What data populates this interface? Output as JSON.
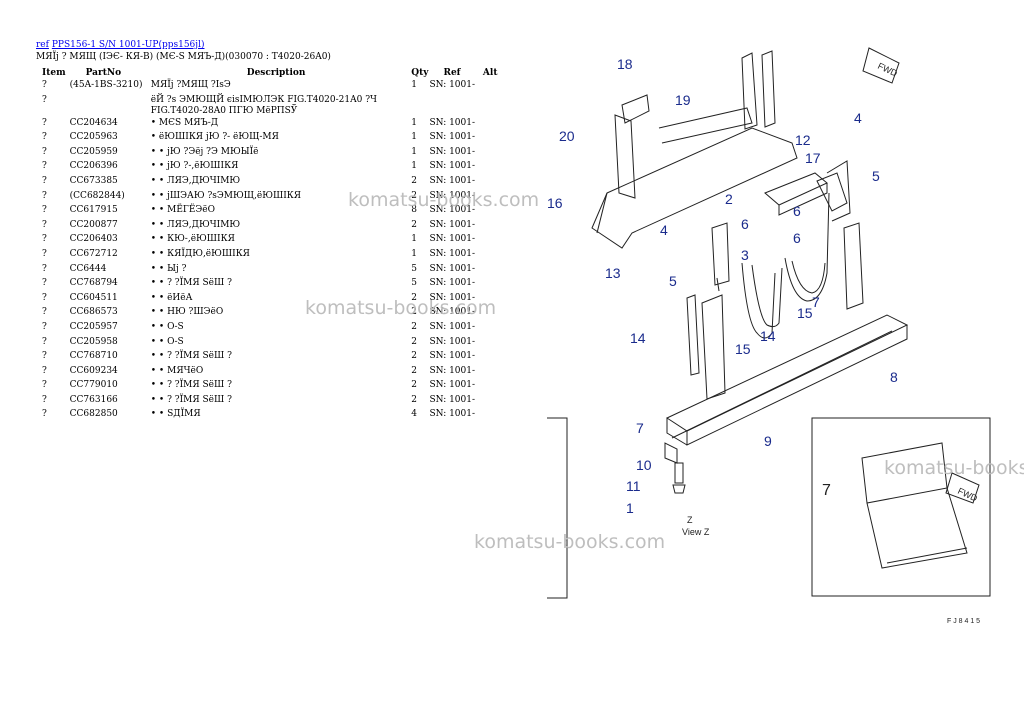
{
  "header": {
    "ref_prefix": "ref",
    "ref_link": "PPS156-1 S/N 1001-UP(pps156jl)",
    "title": "МЯЇј ? МЯЩ (ІЭЄ- КЯ-В) (МЄ-S МЯЪ-Д)(030070 : T4020-26A0)"
  },
  "table": {
    "columns": [
      "Item",
      "PartNo",
      "Description",
      "Qty",
      "Ref",
      "Alt"
    ],
    "rows": [
      {
        "item": "?",
        "part": "(45A-1BS-3210)",
        "desc": "МЯЇј ?МЯЩ ?ІsЭ",
        "qty": "1",
        "ref": "SN: 1001-",
        "alt": ""
      },
      {
        "item": "?",
        "part": "",
        "desc": "ёЙ ?s ЭМЮЩЙ єisIМЮЛЭК FIG.T4020-21A0 ?Ч FIG.T4020-28A0 ПГЮ МёРПSЎ",
        "qty": "",
        "ref": "",
        "alt": ""
      },
      {
        "item": "?",
        "part": "CC204634",
        "desc": "• МЄS МЯЪ-Д",
        "qty": "1",
        "ref": "SN: 1001-",
        "alt": ""
      },
      {
        "item": "?",
        "part": "CC205963",
        "desc": "• ёЮШІКЯ јЮ ?- ёЮЩ-МЯ",
        "qty": "1",
        "ref": "SN: 1001-",
        "alt": ""
      },
      {
        "item": "?",
        "part": "CC205959",
        "desc": "• • јЮ ?Эёј ?Э МЮЫЇё",
        "qty": "1",
        "ref": "SN: 1001-",
        "alt": ""
      },
      {
        "item": "?",
        "part": "CC206396",
        "desc": "• • јЮ ?-,ёЮШІКЯ",
        "qty": "1",
        "ref": "SN: 1001-",
        "alt": ""
      },
      {
        "item": "?",
        "part": "CC673385",
        "desc": "• • ЛЯЭ,ДЮЧІМЮ",
        "qty": "2",
        "ref": "SN: 1001-",
        "alt": ""
      },
      {
        "item": "?",
        "part": "(CC682844)",
        "desc": "• • јШЭАЮ ?sЭМЮЩ,ёЮШІКЯ",
        "qty": "2",
        "ref": "SN: 1001-",
        "alt": ""
      },
      {
        "item": "?",
        "part": "CC617915",
        "desc": "• • МЁГЁЭёО",
        "qty": "8",
        "ref": "SN: 1001-",
        "alt": ""
      },
      {
        "item": "?",
        "part": "CC200877",
        "desc": "• • ЛЯЭ,ДЮЧІМЮ",
        "qty": "2",
        "ref": "SN: 1001-",
        "alt": ""
      },
      {
        "item": "?",
        "part": "CC206403",
        "desc": "• • КЮ-,ёЮШІКЯ",
        "qty": "1",
        "ref": "SN: 1001-",
        "alt": ""
      },
      {
        "item": "?",
        "part": "CC672712",
        "desc": "• • КЯЇДЮ,ёЮШІКЯ",
        "qty": "1",
        "ref": "SN: 1001-",
        "alt": ""
      },
      {
        "item": "?",
        "part": "CC6444",
        "desc": "• • Ыј ?",
        "qty": "5",
        "ref": "SN: 1001-",
        "alt": ""
      },
      {
        "item": "?",
        "part": "CC768794",
        "desc": "• • ? ?ЇМЯ SёШ ?",
        "qty": "5",
        "ref": "SN: 1001-",
        "alt": ""
      },
      {
        "item": "?",
        "part": "CC604511",
        "desc": "• • ёИёА",
        "qty": "2",
        "ref": "SN: 1001-",
        "alt": ""
      },
      {
        "item": "?",
        "part": "CC686573",
        "desc": "• • НЮ ?ШЭёО",
        "qty": "2",
        "ref": "SN: 1001-",
        "alt": ""
      },
      {
        "item": "?",
        "part": "CC205957",
        "desc": "• • О-S",
        "qty": "2",
        "ref": "SN: 1001-",
        "alt": ""
      },
      {
        "item": "?",
        "part": "CC205958",
        "desc": "• • О-S",
        "qty": "2",
        "ref": "SN: 1001-",
        "alt": ""
      },
      {
        "item": "?",
        "part": "CC768710",
        "desc": "• • ? ?ЇМЯ SёШ ?",
        "qty": "2",
        "ref": "SN: 1001-",
        "alt": ""
      },
      {
        "item": "?",
        "part": "CC609234",
        "desc": "• • МЯЧёО",
        "qty": "2",
        "ref": "SN: 1001-",
        "alt": ""
      },
      {
        "item": "?",
        "part": "CC779010",
        "desc": "• • ? ?ЇМЯ SёШ ?",
        "qty": "2",
        "ref": "SN: 1001-",
        "alt": ""
      },
      {
        "item": "?",
        "part": "CC763166",
        "desc": "• • ? ?ЇМЯ SёШ ?",
        "qty": "2",
        "ref": "SN: 1001-",
        "alt": ""
      },
      {
        "item": "?",
        "part": "CC682850",
        "desc": "• • SДЇМЯ",
        "qty": "4",
        "ref": "SN: 1001-",
        "alt": ""
      }
    ]
  },
  "diagram": {
    "fwd_label": "FWD",
    "view_label": "View Z",
    "view_z": "Z",
    "inset_callout": "7",
    "callouts": [
      "18",
      "19",
      "20",
      "16",
      "12",
      "17",
      "4",
      "5",
      "2",
      "6",
      "6",
      "6",
      "4",
      "5",
      "3",
      "13",
      "14",
      "15",
      "14",
      "15",
      "7",
      "8",
      "7",
      "9",
      "10",
      "11",
      "1"
    ],
    "footer_code": "F J 8 4 1 5"
  },
  "watermarks": [
    "komatsu-books.com",
    "komatsu-books.com",
    "komatsu-books.com",
    "komatsu-books.com"
  ]
}
